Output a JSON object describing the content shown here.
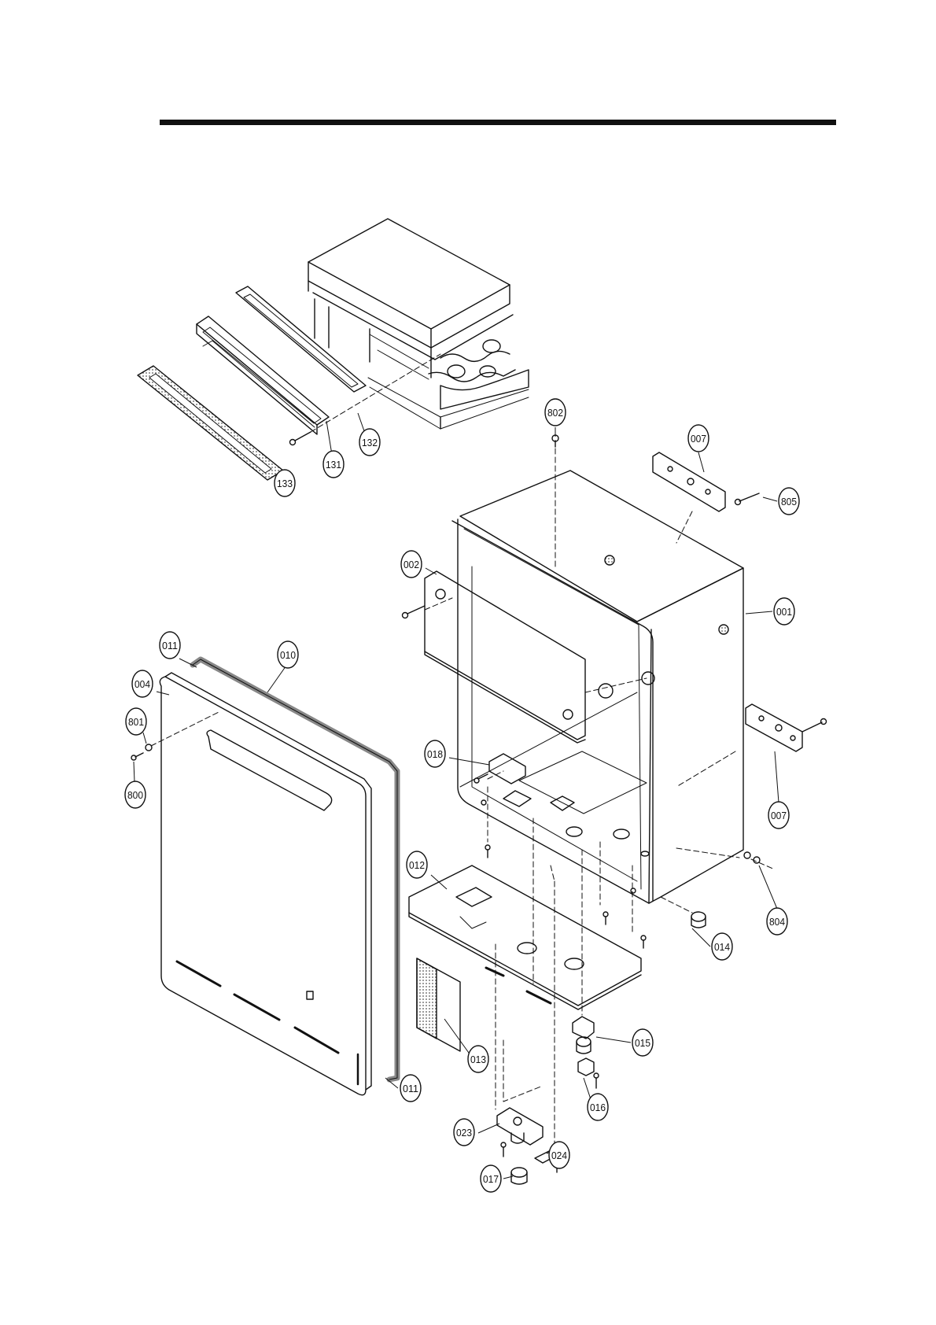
{
  "colors": {
    "ink": "#111111",
    "paper": "#ffffff",
    "foam": "#bbbbbb"
  },
  "callouts": [
    {
      "id": "c-133",
      "label": "133"
    },
    {
      "id": "c-131",
      "label": "131"
    },
    {
      "id": "c-132",
      "label": "132"
    },
    {
      "id": "c-802",
      "label": "802"
    },
    {
      "id": "c-007a",
      "label": "007"
    },
    {
      "id": "c-805",
      "label": "805"
    },
    {
      "id": "c-002",
      "label": "002"
    },
    {
      "id": "c-001",
      "label": "001"
    },
    {
      "id": "c-011a",
      "label": "011"
    },
    {
      "id": "c-010",
      "label": "010"
    },
    {
      "id": "c-004",
      "label": "004"
    },
    {
      "id": "c-801",
      "label": "801"
    },
    {
      "id": "c-800",
      "label": "800"
    },
    {
      "id": "c-018",
      "label": "018"
    },
    {
      "id": "c-007b",
      "label": "007"
    },
    {
      "id": "c-804",
      "label": "804"
    },
    {
      "id": "c-012",
      "label": "012"
    },
    {
      "id": "c-014",
      "label": "014"
    },
    {
      "id": "c-015",
      "label": "015"
    },
    {
      "id": "c-013",
      "label": "013"
    },
    {
      "id": "c-016",
      "label": "016"
    },
    {
      "id": "c-011b",
      "label": "011"
    },
    {
      "id": "c-023",
      "label": "023"
    },
    {
      "id": "c-024",
      "label": "024"
    },
    {
      "id": "c-017",
      "label": "017"
    }
  ]
}
